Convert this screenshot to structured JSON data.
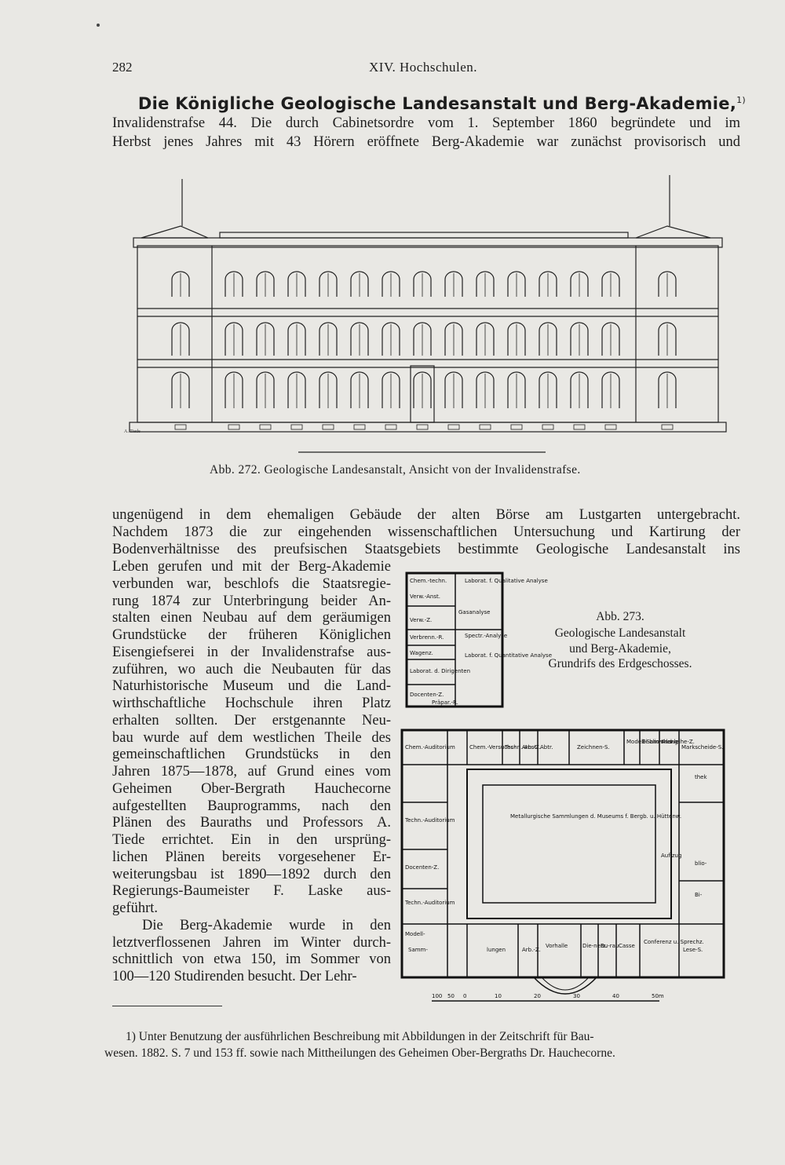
{
  "header": {
    "page_number": "282",
    "running_title": "XIV. Hochschulen."
  },
  "heading": {
    "title": "Die Königliche Geologische Landesanstalt und Berg-Akademie,",
    "footnote_mark": "1)"
  },
  "body_top": [
    "Invalidenstrafse 44. Die durch Cabinetsordre vom 1. September 1860 begründete und im",
    "Herbst jenes Jahres mit 43 Hörern eröffnete Berg-Akademie war zunächst provisorisch und"
  ],
  "figure_272": {
    "caption": "Abb. 272. Geologische Landesanstalt, Ansicht von der Invalidenstrafse.",
    "signature": "A. Tiede"
  },
  "body_middle": [
    "ungenügend in dem ehemaligen Gebäude der alten Börse am Lustgarten untergebracht.",
    "Nachdem 1873 die zur eingehenden wissenschaftlichen Untersuchung und Kartirung der",
    "Bodenverhältnisse des preufsischen Staatsgebiets bestimmte Geologische Landesanstalt ins"
  ],
  "body_left": [
    "Leben gerufen und mit der Berg-Akademie",
    "verbunden war, beschlofs die Staatsregie-",
    "rung 1874 zur Unterbringung beider An-",
    "stalten einen Neubau auf dem geräumigen",
    "Grundstücke der früheren Königlichen",
    "Eisengiefserei in der Invalidenstrafse aus-",
    "zuführen, wo auch die Neubauten für das",
    "Naturhistorische Museum und die Land-",
    "wirthschaftliche Hochschule ihren Platz",
    "erhalten sollten. Der erstgenannte Neu-",
    "bau wurde auf dem westlichen Theile des",
    "gemeinschaftlichen Grundstücks in den",
    "Jahren 1875—1878, auf Grund eines vom",
    "Geheimen Ober-Bergrath Hauchecorne",
    "aufgestellten Bauprogramms, nach den",
    "Plänen des Bauraths und Professors A.",
    "Tiede errichtet. Ein in den ursprüng-",
    "lichen Plänen bereits vorgesehener Er-",
    "weiterungsbau ist 1890—1892 durch den",
    "Regierungs-Baumeister F. Laske aus-",
    "geführt.",
    "Die Berg-Akademie wurde in den",
    "letztverflossenen Jahren im Winter durch-",
    "schnittlich von etwa 150, im Sommer von",
    "100—120 Studirenden besucht. Der Lehr-"
  ],
  "figure_273": {
    "caption": [
      "Abb. 273.",
      "Geologische Landesanstalt",
      "und Berg-Akademie,",
      "Grundrifs des Erdgeschosses."
    ],
    "rooms": [
      "Chem.-techn.",
      "Verw.-Anst.",
      "Laborat. f. Qualitative Analyse",
      "Gasanalyse",
      "Verw.-Z.",
      "Verbrenn.-R.",
      "Wagenz.",
      "Spectr.-Analyse",
      "Laborat. f. Quantitative Analyse",
      "Laborat. d. Dirigenten",
      "Docenten-Z.",
      "Präpar.-R.",
      "Chem.-Auditorium",
      "Chem.-Versuchs-",
      "Techn.-Anst.",
      "Arb.-Z.",
      "Abtr.",
      "Zeichnen-S.",
      "Modell-Samm-lung",
      "Bi-blio-thek",
      "Aus-leihe-Z.",
      "Markscheide-S.",
      "Techn.-Auditorium",
      "Metallurgische Sammlungen d. Museums f. Bergb. u. Hüttenw.",
      "Docenten-Z.",
      "Techn.-Auditorium",
      "Modell-",
      "thek",
      "blio-",
      "Bi-",
      "Auf-zug",
      "Samm-",
      "lungen",
      "Arb.-Z.",
      "Vorhalle",
      "Die-nerz.",
      "Bu-rau",
      "Casse",
      "Conferenz u. Sprechz.",
      "Lese-S."
    ],
    "scale_labels": [
      "100",
      "50",
      "0",
      "10",
      "20",
      "30",
      "40",
      "50m"
    ]
  },
  "footnote": {
    "lines": [
      "1) Unter Benutzung der ausführlichen Beschreibung mit Abbildungen in der Zeitschrift für Bau-",
      "wesen. 1882. S. 7 und 153 ff. sowie nach Mittheilungen des Geheimen Ober-Bergraths Dr. Hauchecorne."
    ]
  }
}
